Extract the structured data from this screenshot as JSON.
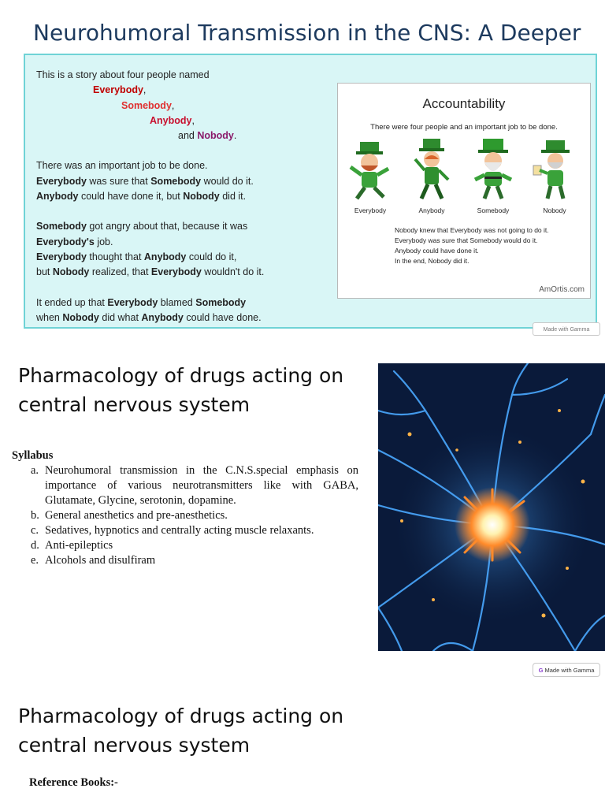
{
  "slide1": {
    "title": "Neurohumoral Transmission in the CNS: A Deeper Dive",
    "story": {
      "intro": "This is a story about four people named",
      "names": {
        "everybody": "Everybody",
        "somebody": "Somebody",
        "anybody": "Anybody",
        "nobody": "Nobody"
      },
      "and_word": "and",
      "p1_l1": "There was an important job to be done.",
      "p1_l2": " was sure that ",
      "p1_l2b": " would do it.",
      "p1_l3": " could have done it, but ",
      "p1_l3b": " did it.",
      "p2_l1": " got angry about that, because it was",
      "p2_l2": "Everybody's",
      "p2_l2b": " job.",
      "p2_l3": " thought that ",
      "p2_l3b": " could do it,",
      "p2_l4a": "but ",
      "p2_l4": " realized, that ",
      "p2_l4b": " wouldn't do it.",
      "p3_l1": "It ended up that ",
      "p3_l1b": " blamed ",
      "p3_l2a": "when ",
      "p3_l2": " did what ",
      "p3_l2b": " could have done."
    },
    "accountability": {
      "title": "Accountability",
      "subtitle": "There were four people and an important job to be done.",
      "figures": [
        "Everybody",
        "Anybody",
        "Somebody",
        "Nobody"
      ],
      "lines": [
        "Nobody knew that Everybody was not going to do it.",
        "Everybody was sure that Somebody would do it.",
        "Anybody could have done it.",
        "In the end, Nobody did it."
      ],
      "credit": "AmOrtis.com"
    },
    "badge": "Made with Gamma"
  },
  "slide2": {
    "title": "Pharmacology of drugs acting on central nervous system",
    "syllabus_heading": "Syllabus",
    "syllabus_items": [
      {
        "marker": "a.",
        "text": "Neurohumoral transmission in the C.N.S.special emphasis on importance of various neurotransmitters like with GABA, Glutamate, Glycine, serotonin, dopamine."
      },
      {
        "marker": "b.",
        "text": "General anesthetics and pre-anesthetics."
      },
      {
        "marker": "c.",
        "text": "Sedatives, hypnotics and centrally acting muscle relaxants."
      },
      {
        "marker": "d.",
        "text": "Anti-epileptics"
      },
      {
        "marker": "e.",
        "text": "Alcohols and disulfiram"
      }
    ],
    "badge_brand": "G",
    "badge_text": "Made with Gamma",
    "colors": {
      "neuron_bg": "#0a1a3a",
      "neuron_core": "#fff2b0",
      "dendrite_blue": "#4aa8ff",
      "dendrite_orange": "#ff8a2a"
    }
  },
  "slide3": {
    "title": "Pharmacology of drugs acting on central nervous system",
    "reference_heading": "Reference Books:-"
  }
}
